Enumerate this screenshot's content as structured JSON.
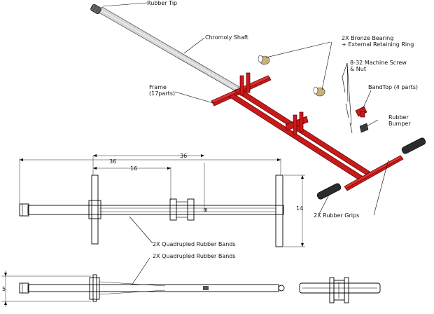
{
  "callouts": {
    "rubber_tip": "Rubber Tip",
    "chromoly_shaft": "Chromoly Shaft",
    "bronze_bearing_1": "2X Bronze Bearing",
    "bronze_bearing_2": "+ External Retaining Ring",
    "machine_screw_1": "8-32 Machine Screw",
    "machine_screw_2": "& Nut",
    "frame_1": "Frame",
    "frame_2": "(17parts)",
    "bandtop": "BandTop (4 parts)",
    "rubber_bumper_1": "Rubber",
    "rubber_bumper_2": "Bumper",
    "rubber_grips": "2X Rubber Grips",
    "rubber_bands_top": "2X Quadrupled Rubber Bands",
    "rubber_bands_side": "2X Quadrupled Rubber Bands"
  },
  "dimensions": {
    "overall_36": "36",
    "inner_36": "36",
    "span_16": "16",
    "width_14": "14",
    "height_5": "5"
  },
  "colors": {
    "frame": "#c91a1a",
    "grip": "#2b2b2b",
    "shaft": "#d4d4d4"
  }
}
